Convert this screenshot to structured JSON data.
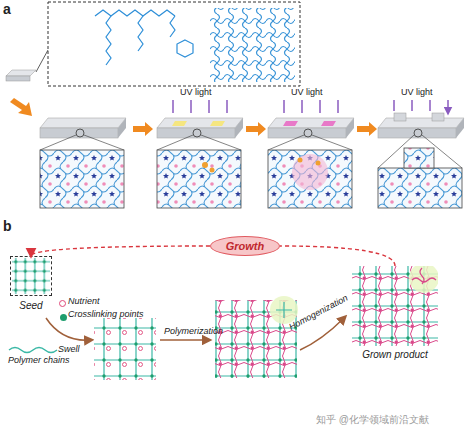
{
  "diagram": {
    "nodes": [
      {
        "text": [
          "Growth"
        ]
      },
      {
        "text": [
          "Seed"
        ]
      },
      {
        "text": [
          "Grown product"
        ]
      }
    ],
    "edges": [
      {
        "from": 2,
        "to": 0,
        "arrow": "none"
      },
      {
        "from": 0,
        "to": 1,
        "arrow": "to"
      }
    ],
    "labels": [
      "a",
      "UV light",
      "UV light",
      "UV light",
      "b",
      "Swell",
      "Polymerization",
      "Homogenization",
      "知乎 @化学领域前沿文献"
    ],
    "legend": [
      {
        "text": "Nutrient"
      },
      {
        "text": "Crosslinking points",
        "color": "#1f9e6e"
      },
      {
        "text": "Polymer chains"
      }
    ]
  }
}
